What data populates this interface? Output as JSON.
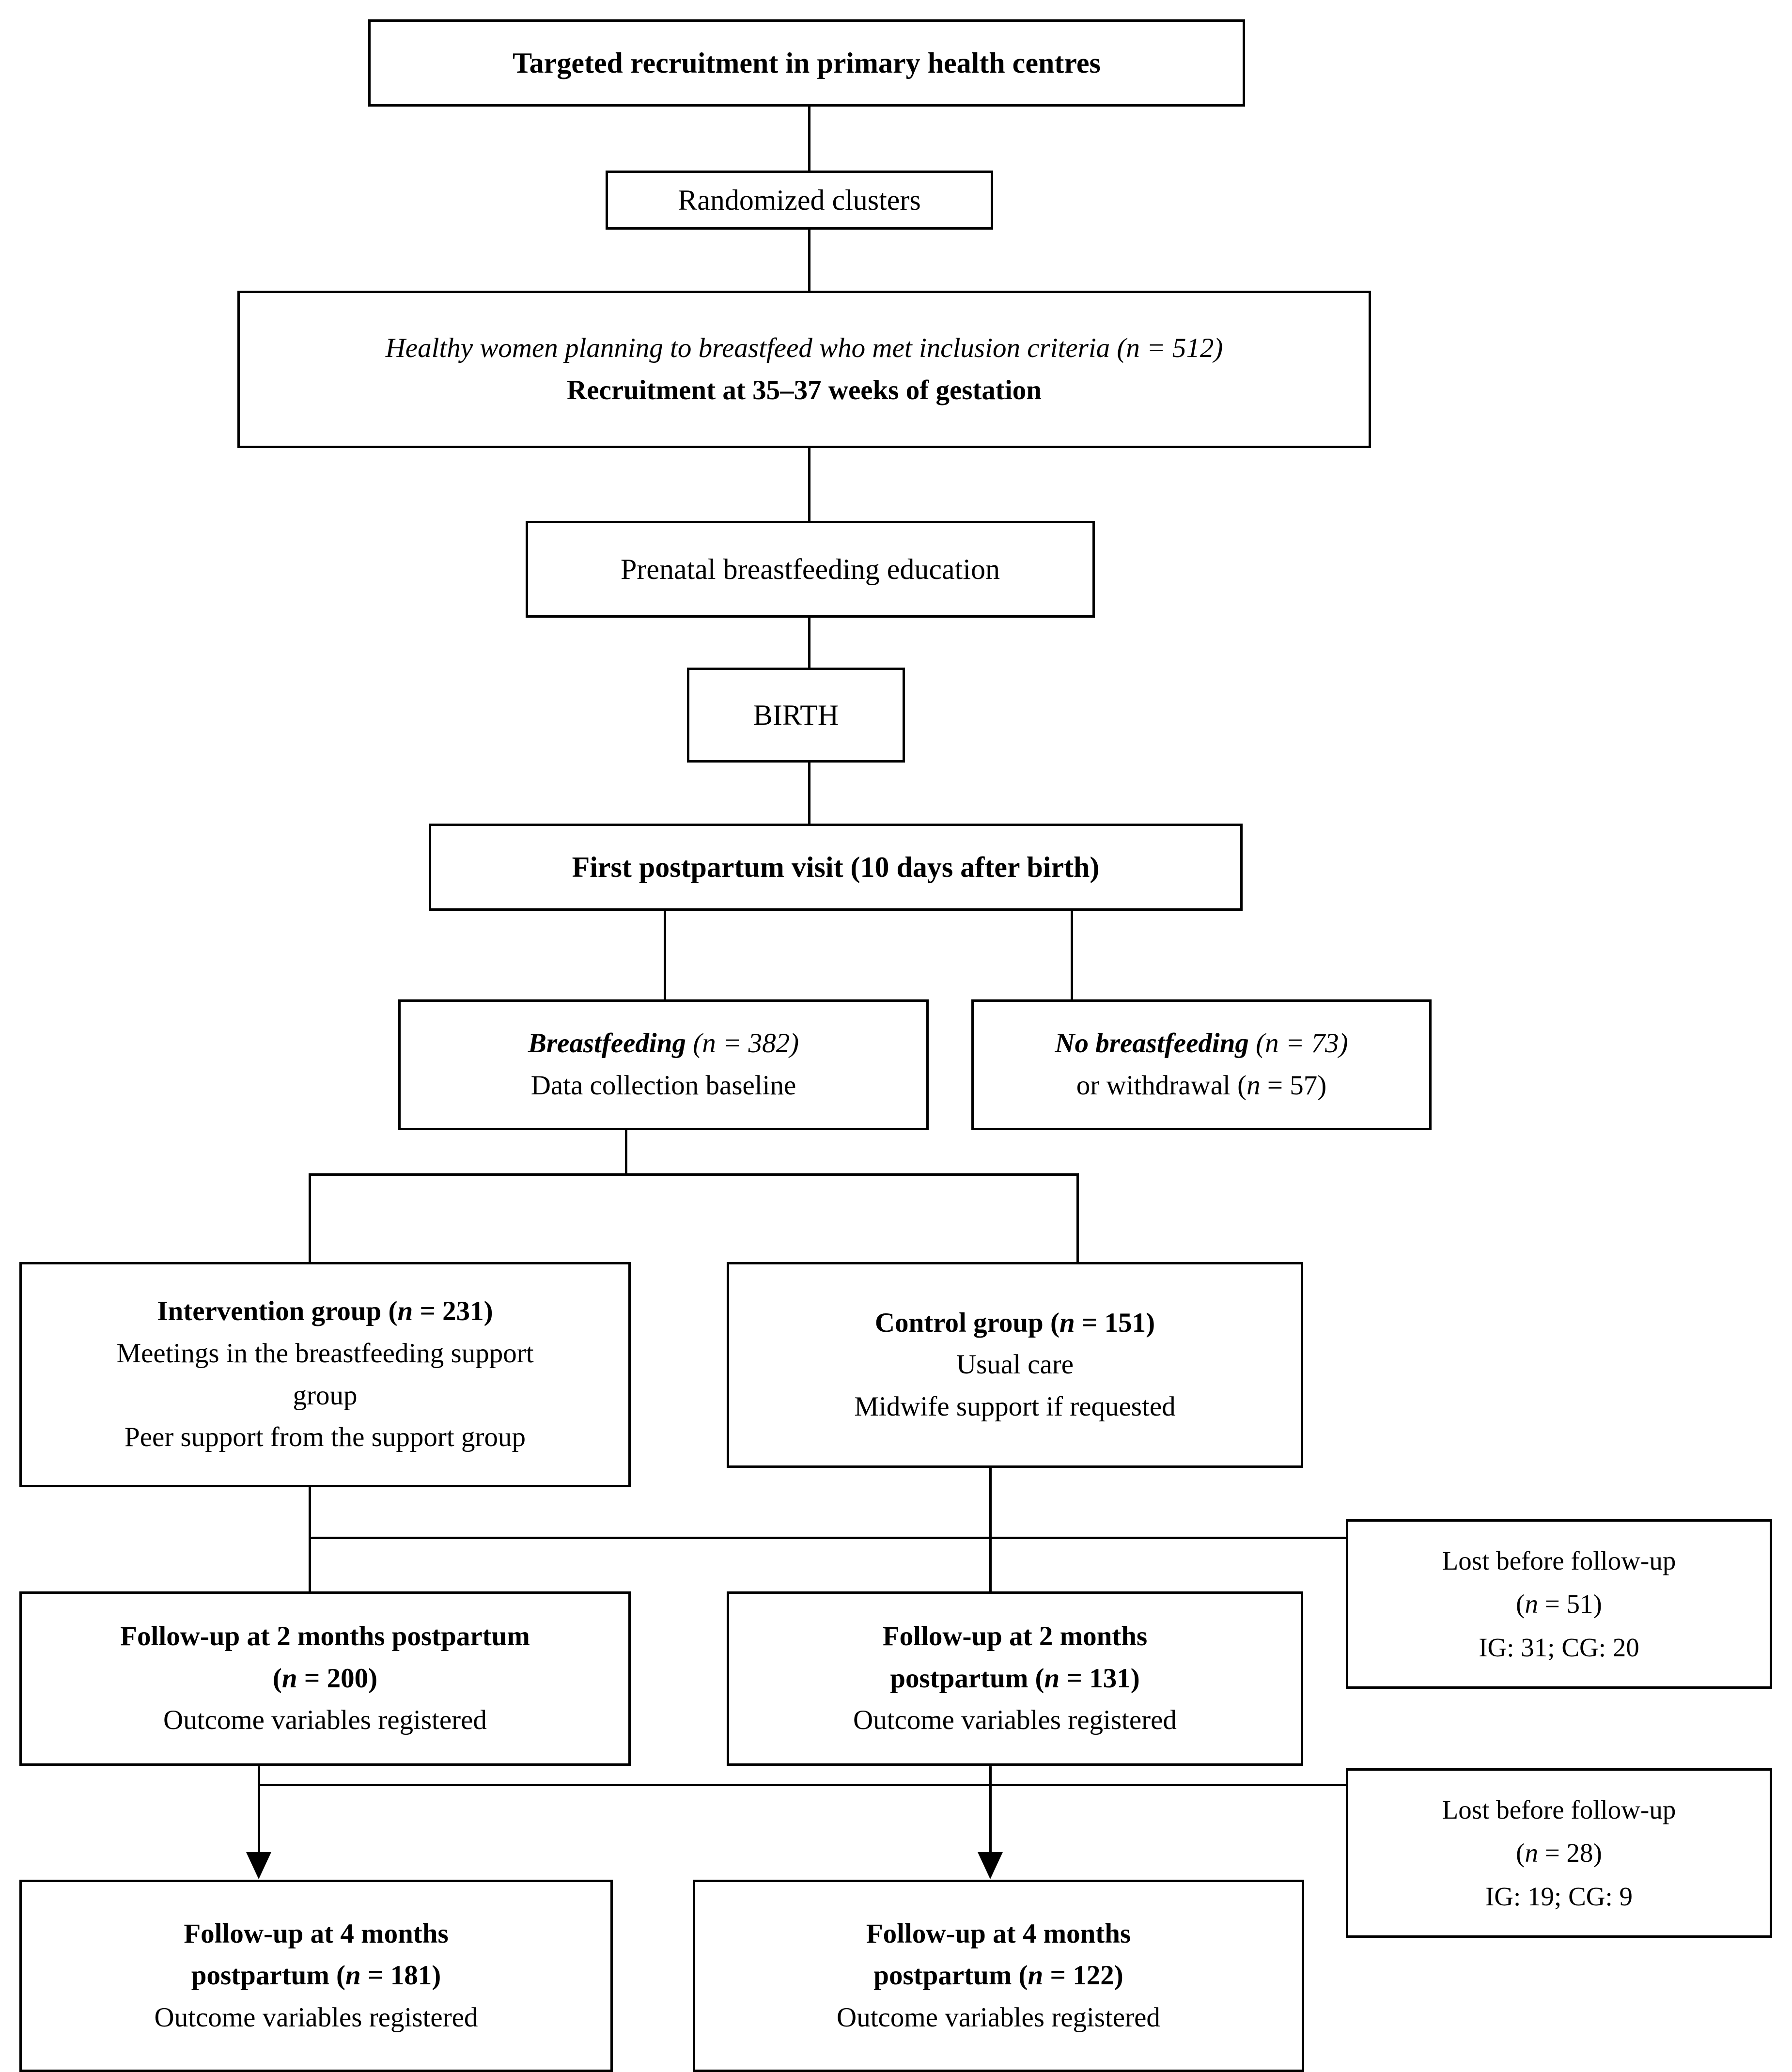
{
  "diagram": {
    "type": "flowchart",
    "title": "CONSORT-style participant flow diagram for a breastfeeding support cluster trial",
    "nodes": {
      "recruitment": {
        "line1": "Targeted recruitment in primary health centres"
      },
      "randomized": {
        "line1": "Randomized clusters"
      },
      "inclusion": {
        "line1": "Healthy women planning to breastfeed who met inclusion criteria (n = 512)",
        "line2": "Recruitment at 35–37 weeks of gestation"
      },
      "prenatal": {
        "line1": "Prenatal breastfeeding education"
      },
      "birth": {
        "line1": "BIRTH"
      },
      "first_visit": {
        "line1": "First postpartum visit (10 days after birth)"
      },
      "breastfeeding": {
        "line1_label": "Breastfeeding",
        "line1_n": " (n = 382)",
        "line2": "Data collection baseline"
      },
      "no_breastfeeding": {
        "line1_label": "No breastfeeding",
        "line1_n": " (n = 73)",
        "line2_pre": "or withdrawal (",
        "line2_var": "n",
        "line2_post": " = 57)"
      },
      "intervention": {
        "line1_label": "Intervention group (",
        "line1_var": "n",
        "line1_post": " = 231)",
        "line2": "Meetings in the breastfeeding support",
        "line3": "group",
        "line4": "Peer support from the support group"
      },
      "control": {
        "line1_label": "Control group (",
        "line1_var": "n",
        "line1_post": " = 151)",
        "line2": "Usual care",
        "line3": "Midwife support if requested"
      },
      "followup2_ig": {
        "line1": "Follow-up at 2 months postpartum",
        "line2_pre": "(",
        "line2_var": "n",
        "line2_post": " = 200)",
        "line3": "Outcome variables registered"
      },
      "followup2_cg": {
        "line1": "Follow-up at 2 months",
        "line2_pre": "postpartum (",
        "line2_var": "n",
        "line2_post": " = 131)",
        "line3": "Outcome variables registered"
      },
      "lost_2m": {
        "line1": "Lost before follow-up",
        "line2_pre": "(",
        "line2_var": "n",
        "line2_post": " = 51)",
        "line3": "IG: 31; CG: 20"
      },
      "followup4_ig": {
        "line1": "Follow-up at 4 months",
        "line2_pre": "postpartum (",
        "line2_var": "n",
        "line2_post": " = 181)",
        "line3": "Outcome variables registered"
      },
      "followup4_cg": {
        "line1": "Follow-up at 4 months",
        "line2_pre": "postpartum (",
        "line2_var": "n",
        "line2_post": " = 122)",
        "line3": "Outcome variables registered"
      },
      "lost_4m": {
        "line1": "Lost before follow-up",
        "line2_pre": "(",
        "line2_var": "n",
        "line2_post": " = 28)",
        "line3": "IG: 19; CG: 9"
      }
    },
    "colors": {
      "border": "#000000",
      "text": "#000000",
      "background": "#ffffff"
    }
  }
}
